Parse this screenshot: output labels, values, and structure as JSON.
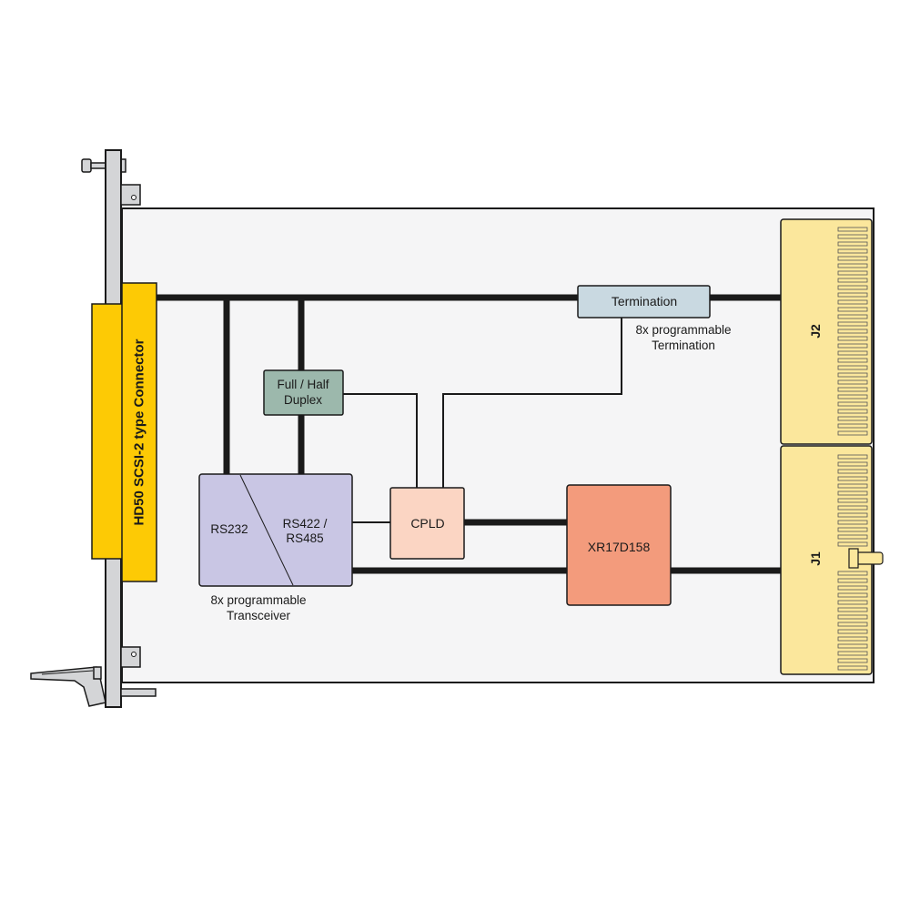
{
  "front_connector": {
    "label": "HD50 SCSI-2 type Connector"
  },
  "blocks": {
    "termination": {
      "label": "Termination"
    },
    "duplex": {
      "line1": "Full / Half",
      "line2": "Duplex"
    },
    "transceiver": {
      "left_label": "RS232",
      "right_line1": "RS422 /",
      "right_line2": "RS485"
    },
    "cpld": {
      "label": "CPLD"
    },
    "uart": {
      "label": "XR17D158"
    }
  },
  "notes": {
    "termination": {
      "line1": "8x programmable",
      "line2": "Termination"
    },
    "transceiver": {
      "line1": "8x programmable",
      "line2": "Transceiver"
    }
  },
  "backplane": {
    "j1": "J1",
    "j2": "J2"
  },
  "colors": {
    "pcb": "#f5f5f6",
    "faceplate": "#d4d5d7",
    "connector_yellow": "#fdca05",
    "connector_gold": "#fbe79c",
    "termination_fill": "#c9d9e1",
    "duplex_fill": "#9cb8ac",
    "transceiver_fill": "#c9c6e4",
    "cpld_fill": "#fbd5c3",
    "uart_fill": "#f39b7c",
    "bus": "#1a1a1a"
  }
}
